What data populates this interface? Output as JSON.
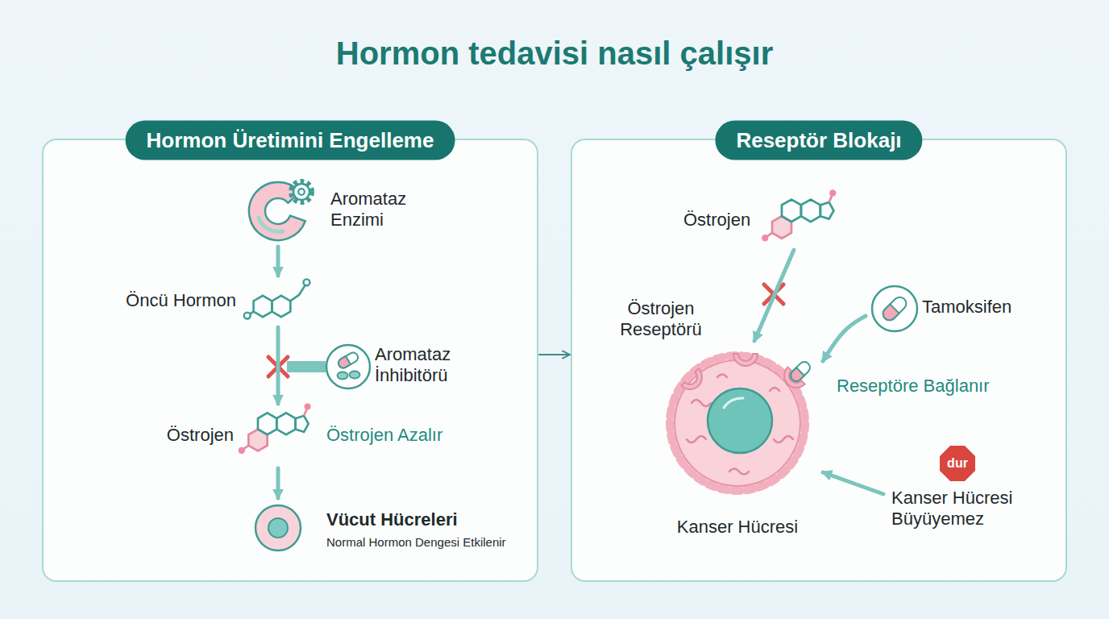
{
  "diagram": {
    "title": "Hormon tedavisi nasıl çalışır",
    "nodes": [
      {
        "text": [
          "Hormon Üretimini Engelleme"
        ]
      },
      {
        "text": [
          "Aromataz Enzimi"
        ],
        "in": 0
      },
      {
        "text": [
          "Öncü Hormon"
        ],
        "in": 0
      },
      {
        "text": [
          "Aromataz İnhibitörü"
        ],
        "in": 0
      },
      {
        "text": [
          "Östrojen",
          "Östrojen Azalır"
        ],
        "in": 0
      },
      {
        "text": [
          "Vücut Hücreleri",
          "Normal Hormon Dengesi Etkilenir"
        ],
        "in": 0
      },
      {
        "text": [
          "Reseptör Blokajı"
        ]
      },
      {
        "text": [
          "Östrojen"
        ],
        "in": 6
      },
      {
        "text": [
          "Tamoksifen"
        ],
        "in": 6
      },
      {
        "text": [
          "Kanser Hücresi"
        ],
        "in": 6
      },
      {
        "text": [
          "dur"
        ],
        "in": 6
      },
      {
        "text": [
          "Kanser Hücresi Büyüyemez"
        ],
        "in": 6
      }
    ],
    "edges": [
      {
        "from": 0,
        "to": 6,
        "arrow": "to"
      },
      {
        "from": 1,
        "to": 2,
        "arrow": "to"
      },
      {
        "from": 2,
        "to": 4,
        "arrow": "to"
      },
      {
        "from": 4,
        "to": 5,
        "arrow": "to"
      },
      {
        "from": 7,
        "to": 9,
        "arrow": "to"
      },
      {
        "from": 8,
        "to": 9,
        "arrow": "to"
      },
      {
        "from": 11,
        "to": 9,
        "arrow": "to"
      }
    ],
    "labels": [
      "Östrojen Reseptörü",
      "Reseptöre Bağlanır"
    ]
  }
}
